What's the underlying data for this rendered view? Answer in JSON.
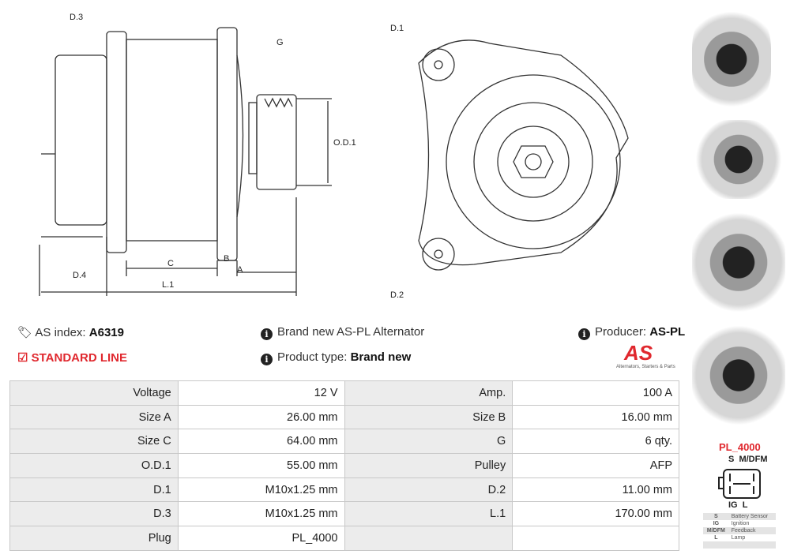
{
  "drawing": {
    "labels": {
      "d3": "D.3",
      "g": "G",
      "od1": "O.D.1",
      "d4": "D.4",
      "c": "C",
      "b": "B",
      "a": "A",
      "l1": "L.1",
      "d1": "D.1",
      "d2": "D.2"
    }
  },
  "info": {
    "as_index_label": "AS index:",
    "as_index_value": "A6319",
    "line": "STANDARD LINE",
    "description": "Brand new AS-PL Alternator",
    "product_type_label": "Product type:",
    "product_type_value": "Brand new",
    "producer_label": "Producer:",
    "producer_value": "AS-PL",
    "logo_text": "AS",
    "logo_tagline": "Alternators, Starters & Parts"
  },
  "specs": [
    [
      "Voltage",
      "12 V",
      "Amp.",
      "100 A"
    ],
    [
      "Size A",
      "26.00 mm",
      "Size B",
      "16.00 mm"
    ],
    [
      "Size C",
      "64.00 mm",
      "G",
      "6 qty."
    ],
    [
      "O.D.1",
      "55.00 mm",
      "Pulley",
      "AFP"
    ],
    [
      "D.1",
      "M10x1.25 mm",
      "D.2",
      "11.00 mm"
    ],
    [
      "D.3",
      "M10x1.25 mm",
      "L.1",
      "170.00 mm"
    ],
    [
      "Plug",
      "PL_4000",
      "",
      ""
    ]
  ],
  "plug": {
    "title": "PL_4000",
    "top_pins": "S  M/DFM",
    "bottom_pins": "IG  L",
    "legend": [
      [
        "S",
        "Battery Sensor"
      ],
      [
        "IG",
        "Ignition"
      ],
      [
        "M/DFM",
        "Feedback"
      ],
      [
        "L",
        "Lamp"
      ],
      [
        "",
        ""
      ]
    ]
  },
  "colors": {
    "accent": "#e0282e"
  }
}
